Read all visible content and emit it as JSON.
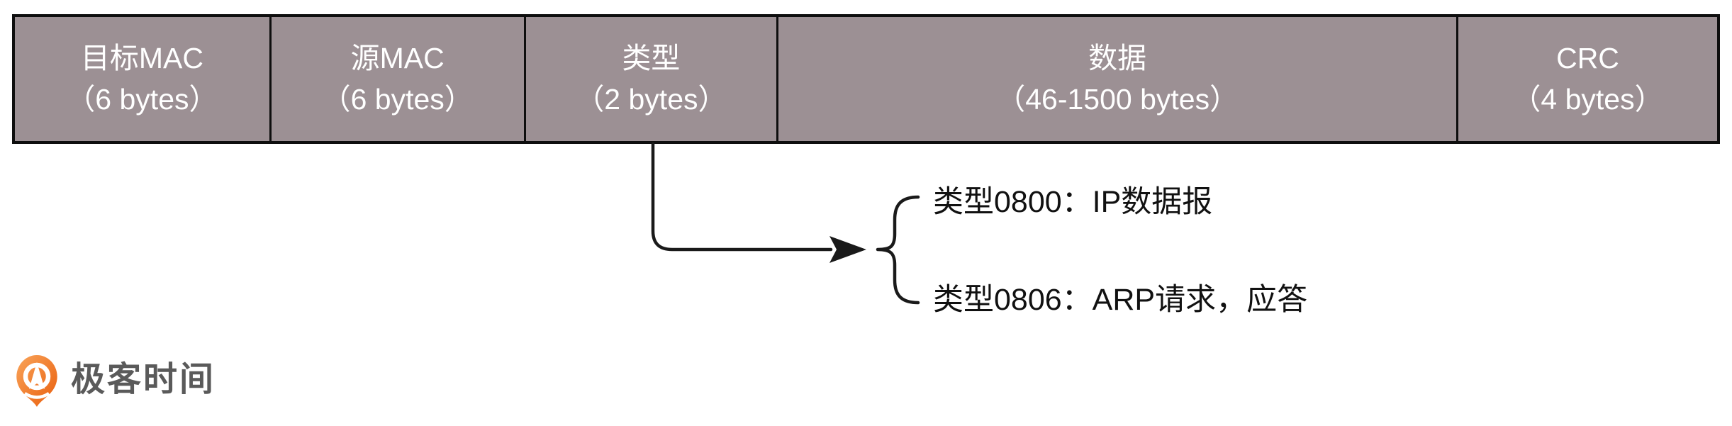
{
  "frame": {
    "fields": [
      {
        "label": "目标MAC",
        "size": "（6 bytes）"
      },
      {
        "label": "源MAC",
        "size": "（6 bytes）"
      },
      {
        "label": "类型",
        "size": "（2 bytes）"
      },
      {
        "label": "数据",
        "size": "（46-1500 bytes）"
      },
      {
        "label": "CRC",
        "size": "（4 bytes）"
      }
    ]
  },
  "annotation": {
    "line1": "类型0800：IP数据报",
    "line2": "类型0806：ARP请求，应答"
  },
  "logo": {
    "text": "极客时间"
  },
  "colors": {
    "cell_fill": "#9C9094",
    "border": "#0E0E0E",
    "line": "#1A1A1A",
    "annotation_text": "#111111",
    "logo_orange_start": "#F9A45A",
    "logo_orange_end": "#E95E0C",
    "logo_text": "#5A5A5A"
  }
}
